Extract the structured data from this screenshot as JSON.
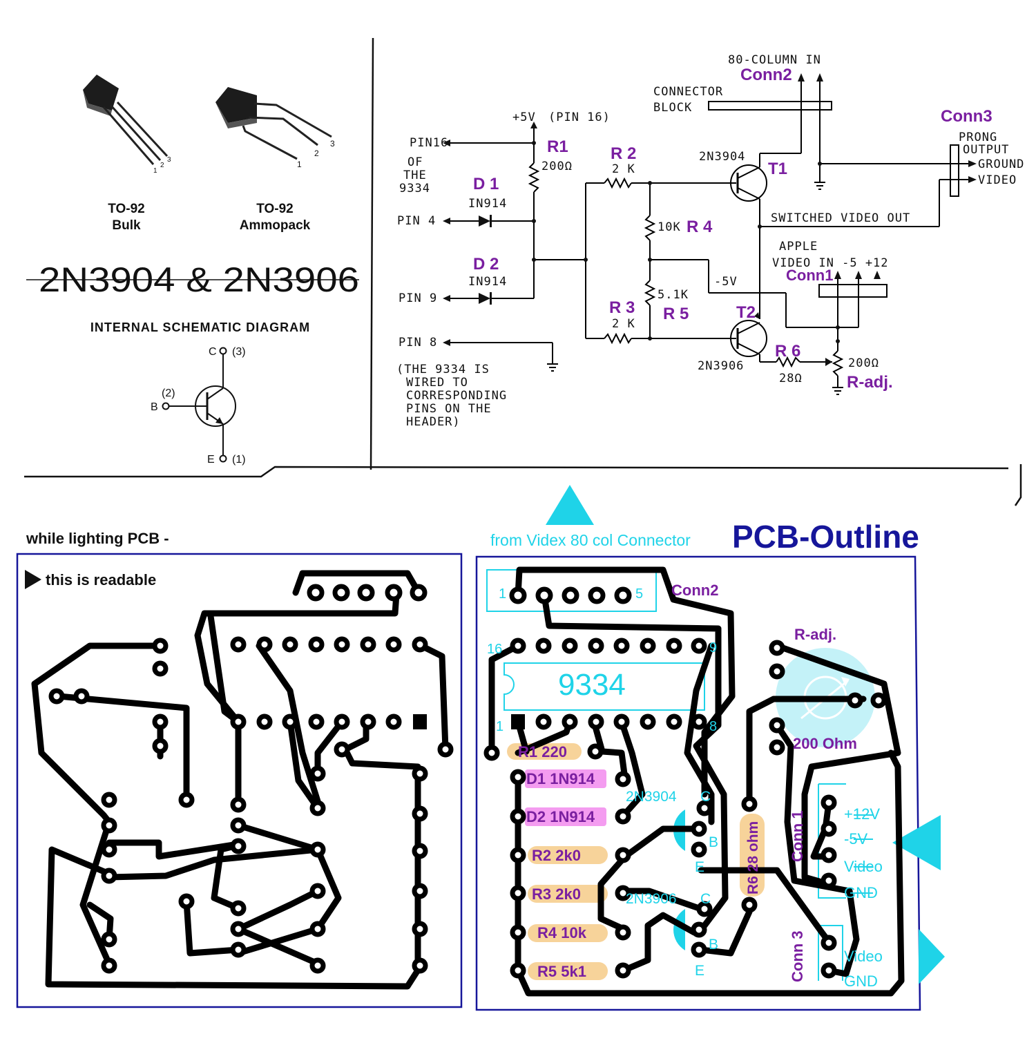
{
  "package": {
    "bulk_title": "TO-92",
    "bulk_sub": "Bulk",
    "ammo_title": "TO-92",
    "ammo_sub": "Ammopack",
    "bulk_pins": [
      "1",
      "2",
      "3"
    ],
    "ammo_pins": [
      "1",
      "2",
      "3"
    ]
  },
  "headline": "2N3904 & 2N3906",
  "internal_title": "INTERNAL SCHEMATIC DIAGRAM",
  "transistor_pins": {
    "c": "C",
    "c_num": "(3)",
    "b": "B",
    "b_num": "(2)",
    "e": "E",
    "e_num": "(1)"
  },
  "schematic": {
    "col_in": "80-COLUMN IN",
    "conn2": "Conn2",
    "connector_block": [
      "CONNECTOR",
      "BLOCK"
    ],
    "conn3": "Conn3",
    "prong_output": [
      "PRONG",
      "OUTPUT"
    ],
    "ground": "GROUND",
    "video": "VIDEO",
    "plus5v": "+5V",
    "pin16_note": "(PIN 16)",
    "pin16": "PIN16",
    "of_the_9334": [
      "OF",
      "THE",
      "9334"
    ],
    "r1": "R1",
    "r1_val": "200Ω",
    "d1": "D 1",
    "d1_type": "IN914",
    "pin4": "PIN 4",
    "d2": "D 2",
    "d2_type": "IN914",
    "pin9": "PIN 9",
    "pin8": "PIN 8",
    "note": [
      "(THE 9334 IS",
      "WIRED TO",
      "CORRESPONDING",
      "PINS ON THE",
      "HEADER)"
    ],
    "r2": "R 2",
    "r2_val": "2 K",
    "t1_type": "2N3904",
    "t1": "T1",
    "r4_val": "10K",
    "r4": "R 4",
    "switched": "SWITCHED VIDEO OUT",
    "apple": "APPLE",
    "video_in": "VIDEO IN -5 +12",
    "conn1": "Conn1",
    "minus5v": "-5V",
    "r5_val": "5.1K",
    "r5": "R 5",
    "r3": "R 3",
    "r3_val": "2 K",
    "t2": "T2",
    "t2_type": "2N3906",
    "r6": "R 6",
    "r6_val": "28Ω",
    "radj_val": "200Ω",
    "radj": "R-adj."
  },
  "pcb_left": {
    "title": "while lighting PCB -",
    "subtitle": "this is readable"
  },
  "pcb_right": {
    "from_label": "from Videx 80 col Connector",
    "outline_title": "PCB-Outline",
    "conn2": "Conn2",
    "conn2_pin1": "1",
    "conn2_pin5": "5",
    "ic": "9334",
    "ic_pin16": "16",
    "ic_pin9": "9",
    "ic_pin1": "1",
    "ic_pin8": "8",
    "radj": "R-adj.",
    "radj_val": "200 Ohm",
    "components": [
      {
        "label": "R1 220",
        "kind": "res"
      },
      {
        "label": "D1 1N914",
        "kind": "diode"
      },
      {
        "label": "D2 1N914",
        "kind": "diode"
      },
      {
        "label": "R2 2k0",
        "kind": "res"
      },
      {
        "label": "R3 2k0",
        "kind": "res"
      },
      {
        "label": "R4 10k",
        "kind": "res"
      },
      {
        "label": "R5  5k1",
        "kind": "res"
      }
    ],
    "r6": "R6  28 ohm",
    "t1_type": "2N3904",
    "t2_type": "2N3906",
    "c": "C",
    "b": "B",
    "e": "E",
    "conn1": "Conn 1",
    "conn1_pins": [
      "+12V",
      "-5V",
      "Video",
      "GND"
    ],
    "conn3": "Conn 3",
    "conn3_pins": [
      "Video",
      "GND"
    ]
  },
  "colors": {
    "purple": "#7a1fa0",
    "cyan": "#1fd3e8",
    "navy": "#16169a",
    "orange": "#f7d39a",
    "pink": "#f49cf0"
  }
}
